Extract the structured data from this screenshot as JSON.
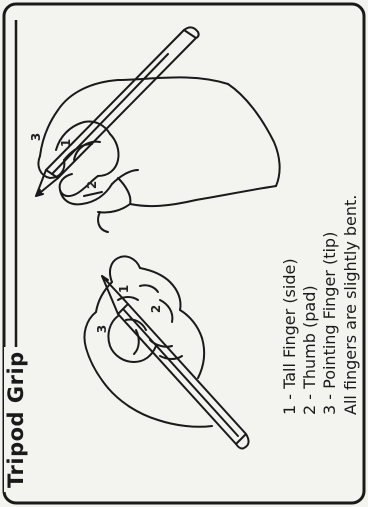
{
  "title": "Tripod Grip",
  "legend": [
    "1 - Tall Finger (side)",
    "2 - Thumb (pad)",
    "3 - Pointing Finger (tip)",
    "All fingers are slightly bent."
  ],
  "labels": {
    "top_hand": [
      "1",
      "2",
      "3"
    ],
    "bottom_hand": [
      "1",
      "2",
      "3"
    ]
  }
}
